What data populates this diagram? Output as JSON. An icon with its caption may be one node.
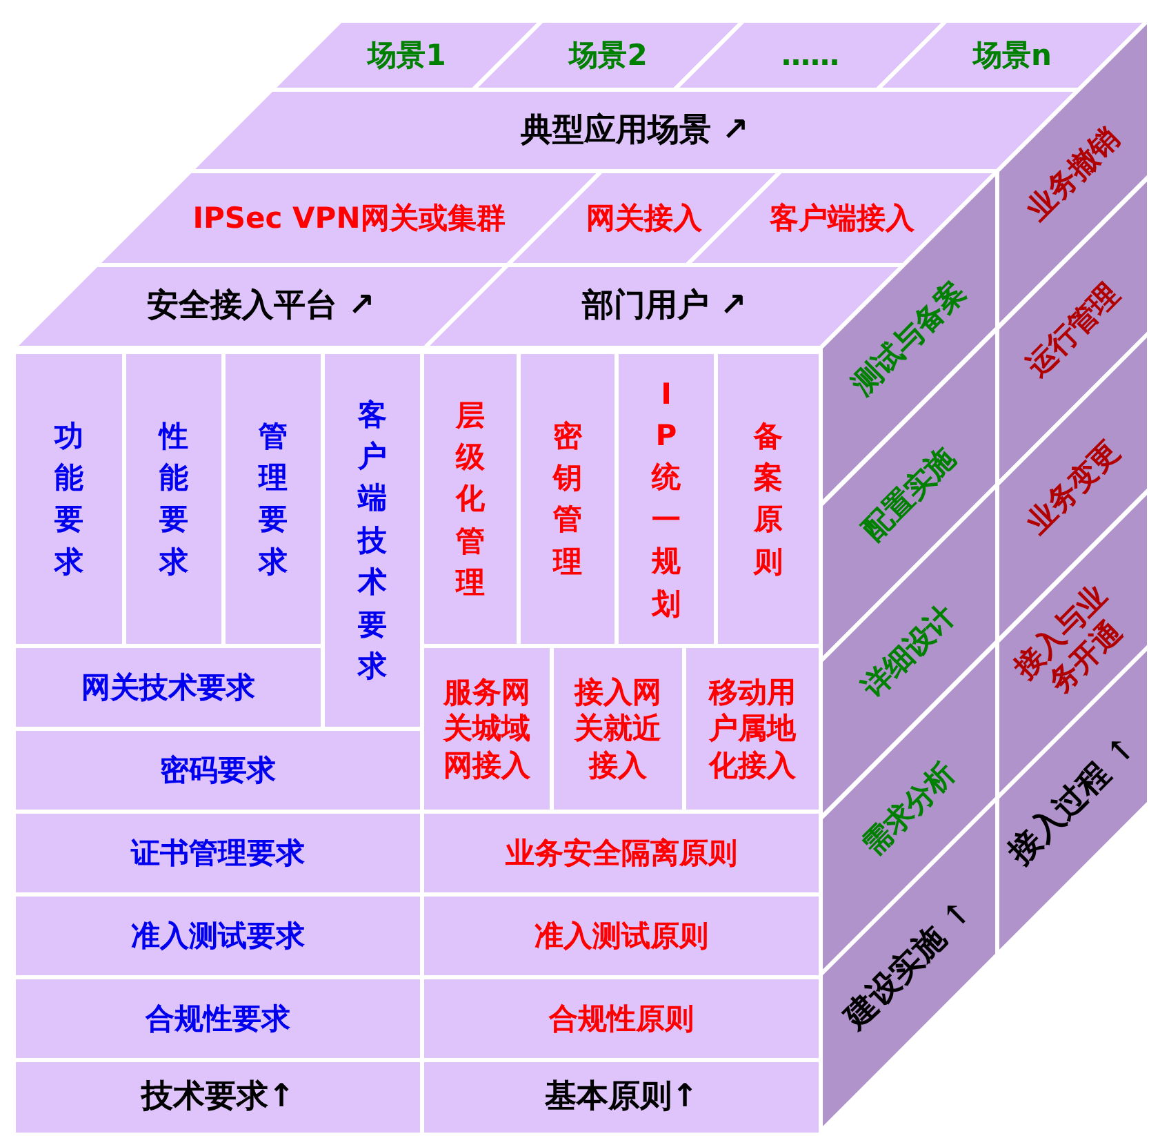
{
  "diagram": {
    "nodes": [
      {
        "text": [
          "场景1"
        ]
      },
      {
        "text": [
          "场景2"
        ]
      },
      {
        "text": [
          "……"
        ]
      },
      {
        "text": [
          "场景n"
        ]
      },
      {
        "text": [
          "典型应用场景 ↗"
        ]
      },
      {
        "text": [
          "IPSec VPN网关或集群"
        ]
      },
      {
        "text": [
          "网关接入"
        ]
      },
      {
        "text": [
          "客户端接入"
        ]
      },
      {
        "text": [
          "安全接入平台 ↗"
        ]
      },
      {
        "text": [
          "部门用户 ↗"
        ]
      },
      {
        "text": [
          "功能要求"
        ]
      },
      {
        "text": [
          "性能要求"
        ]
      },
      {
        "text": [
          "管理要求"
        ]
      },
      {
        "text": [
          "客户端技术要求"
        ]
      },
      {
        "text": [
          "层级化管理"
        ]
      },
      {
        "text": [
          "密钥管理"
        ]
      },
      {
        "text": [
          "IP统一规划"
        ]
      },
      {
        "text": [
          "备案原则"
        ]
      },
      {
        "text": [
          "网关技术要求"
        ]
      },
      {
        "text": [
          "服务网关城域网接入"
        ]
      },
      {
        "text": [
          "接入网关就近接入"
        ]
      },
      {
        "text": [
          "移动用户属地化接入"
        ]
      },
      {
        "text": [
          "密码要求"
        ]
      },
      {
        "text": [
          "证书管理要求"
        ]
      },
      {
        "text": [
          "业务安全隔离原则"
        ]
      },
      {
        "text": [
          "准入测试要求"
        ]
      },
      {
        "text": [
          "准入测试原则"
        ]
      },
      {
        "text": [
          "合规性要求"
        ]
      },
      {
        "text": [
          "合规性原则"
        ]
      },
      {
        "text": [
          "技术要求↑"
        ]
      },
      {
        "text": [
          "基本原则↑"
        ]
      },
      {
        "text": [
          "测试与备案"
        ]
      },
      {
        "text": [
          "配置实施"
        ]
      },
      {
        "text": [
          "详细设计"
        ]
      },
      {
        "text": [
          "需求分析"
        ]
      },
      {
        "text": [
          "建设实施 ↑"
        ]
      },
      {
        "text": [
          "业务撤销"
        ]
      },
      {
        "text": [
          "运行管理"
        ]
      },
      {
        "text": [
          "业务变更"
        ]
      },
      {
        "text": [
          "接入与业务开通"
        ]
      },
      {
        "text": [
          "接入过程 ↑"
        ]
      }
    ]
  }
}
